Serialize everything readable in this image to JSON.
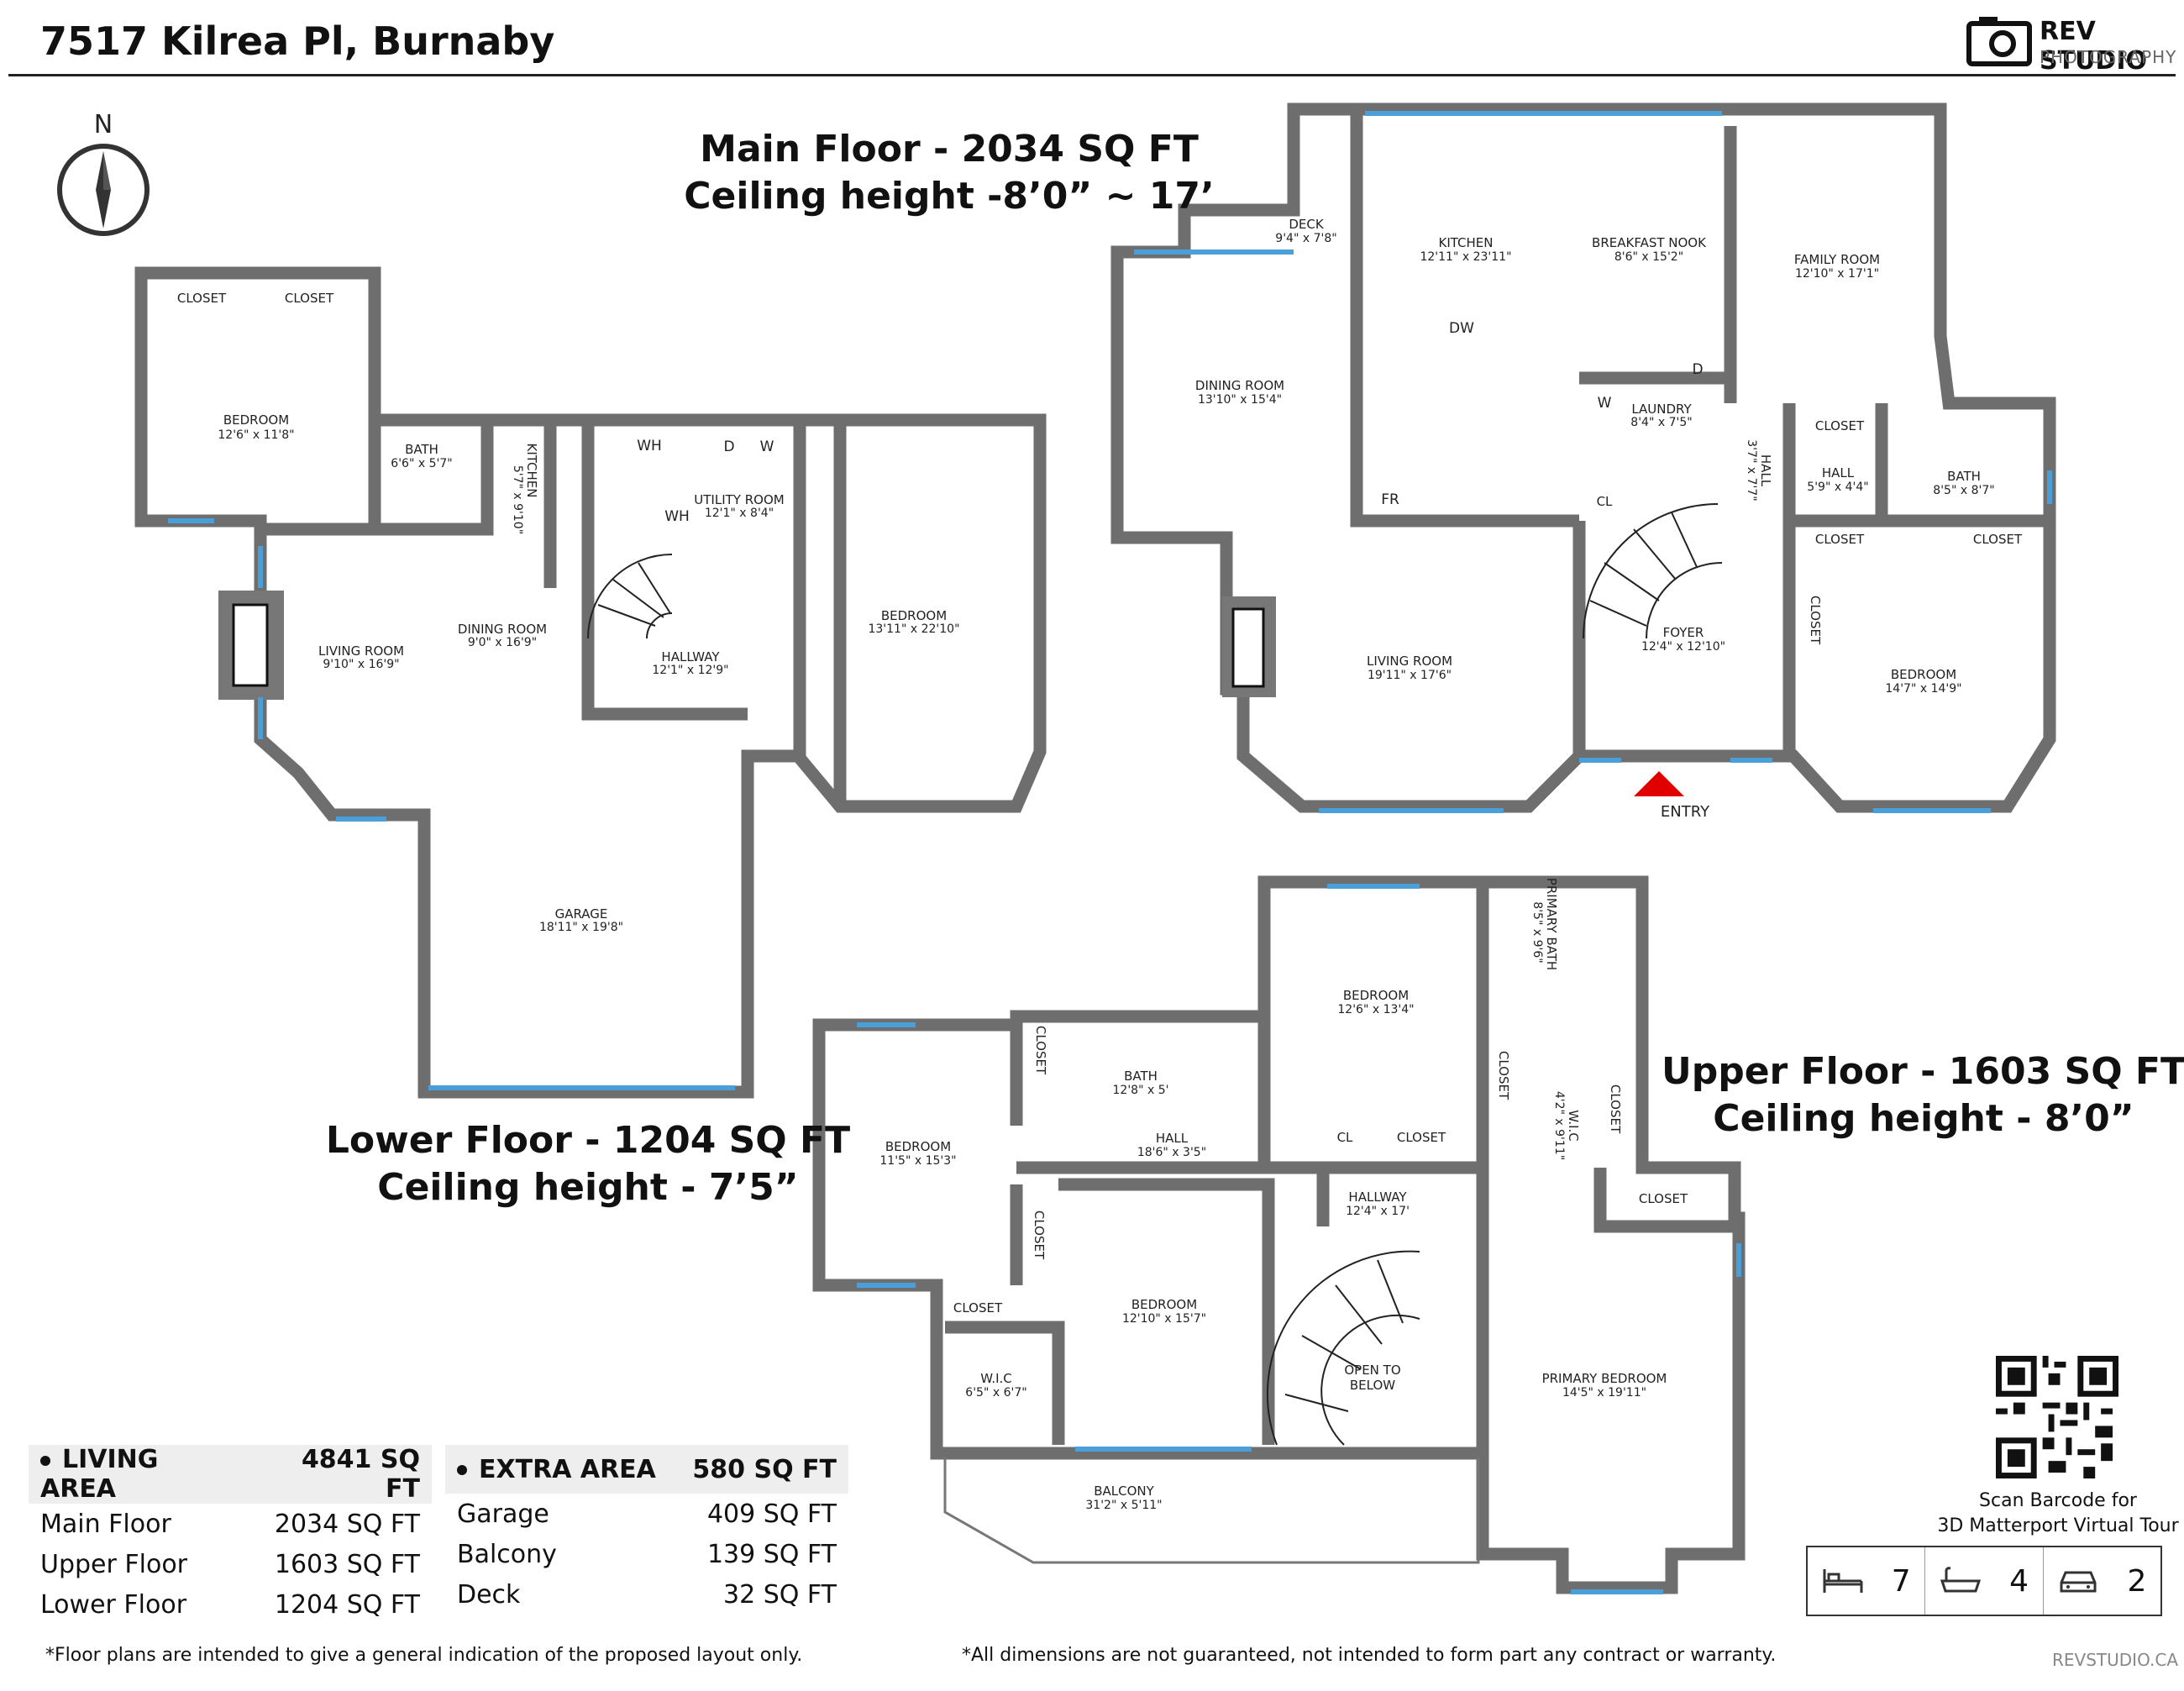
{
  "header": {
    "title": "7517 Kilrea Pl, Burnaby",
    "logo_name": "REV STUDIO",
    "logo_sub": "PHOTOGRAPHY"
  },
  "compass": {
    "letter": "N"
  },
  "floors": {
    "main": {
      "line1": "Main Floor - 2034 SQ FT",
      "line2": "Ceiling height -8’0” ~ 17’"
    },
    "lower": {
      "line1": "Lower Floor - 1204 SQ FT",
      "line2": "Ceiling height - 7’5”"
    },
    "upper": {
      "line1": "Upper Floor - 1603 SQ FT",
      "line2": "Ceiling height - 8’0”"
    }
  },
  "rooms": {
    "lower": [
      {
        "name": "CLOSET",
        "dim": ""
      },
      {
        "name": "CLOSET",
        "dim": ""
      },
      {
        "name": "BEDROOM",
        "dim": "12'6\" x 11'8\""
      },
      {
        "name": "BATH",
        "dim": "6'6\" x 5'7\""
      },
      {
        "name": "KITCHEN",
        "dim": "5'7\" x 9'10\""
      },
      {
        "name": "UTILITY ROOM",
        "dim": "12'1\" x 8'4\""
      },
      {
        "name": "LIVING ROOM",
        "dim": "9'10\" x 16'9\""
      },
      {
        "name": "DINING ROOM",
        "dim": "9'0\" x 16'9\""
      },
      {
        "name": "HALLWAY",
        "dim": "12'1\" x 12'9\""
      },
      {
        "name": "BEDROOM",
        "dim": "13'11\" x 22'10\""
      },
      {
        "name": "GARAGE",
        "dim": "18'11\" x 19'8\""
      }
    ],
    "main": [
      {
        "name": "DECK",
        "dim": "9'4\" x 7'8\""
      },
      {
        "name": "KITCHEN",
        "dim": "12'11\" x 23'11\""
      },
      {
        "name": "BREAKFAST NOOK",
        "dim": "8'6\" x 15'2\""
      },
      {
        "name": "FAMILY ROOM",
        "dim": "12'10\" x 17'1\""
      },
      {
        "name": "DINING ROOM",
        "dim": "13'10\" x 15'4\""
      },
      {
        "name": "LAUNDRY",
        "dim": "8'4\" x 7'5\""
      },
      {
        "name": "HALL",
        "dim": "3'7\" x 7'7\""
      },
      {
        "name": "HALL",
        "dim": "5'9\" x 4'4\""
      },
      {
        "name": "BATH",
        "dim": "8'5\" x 8'7\""
      },
      {
        "name": "CLOSET",
        "dim": ""
      },
      {
        "name": "CLOSET",
        "dim": ""
      },
      {
        "name": "CLOSET",
        "dim": ""
      },
      {
        "name": "CLOSET",
        "dim": ""
      },
      {
        "name": "CL",
        "dim": ""
      },
      {
        "name": "LIVING ROOM",
        "dim": "19'11\" x 17'6\""
      },
      {
        "name": "FOYER",
        "dim": "12'4\" x 12'10\""
      },
      {
        "name": "BEDROOM",
        "dim": "14'7\" x 14'9\""
      },
      {
        "name": "ENTRY",
        "dim": ""
      }
    ],
    "upper": [
      {
        "name": "BEDROOM",
        "dim": "12'6\" x 13'4\""
      },
      {
        "name": "PRIMARY BATH",
        "dim": "8'5\" x 9'6\""
      },
      {
        "name": "CLOSET",
        "dim": ""
      },
      {
        "name": "BATH",
        "dim": "12'8\" x 5'"
      },
      {
        "name": "BEDROOM",
        "dim": "11'5\" x 15'3\""
      },
      {
        "name": "HALL",
        "dim": "18'6\" x 3'5\""
      },
      {
        "name": "CL",
        "dim": ""
      },
      {
        "name": "CLOSET",
        "dim": ""
      },
      {
        "name": "CLOSET",
        "dim": ""
      },
      {
        "name": "W.I.C",
        "dim": "4'2\" x 9'11\""
      },
      {
        "name": "CLOSET",
        "dim": ""
      },
      {
        "name": "CLOSET",
        "dim": ""
      },
      {
        "name": "HALLWAY",
        "dim": "12'4\" x 17'"
      },
      {
        "name": "CLOSET",
        "dim": ""
      },
      {
        "name": "CLOSET",
        "dim": ""
      },
      {
        "name": "BEDROOM",
        "dim": "12'10\" x 15'7\""
      },
      {
        "name": "W.I.C",
        "dim": "6'5\" x 6'7\""
      },
      {
        "name": "OPEN TO",
        "dim": "BELOW"
      },
      {
        "name": "PRIMARY BEDROOM",
        "dim": "14'5\" x 19'11\""
      },
      {
        "name": "BALCONY",
        "dim": "31'2\" x 5'11\""
      }
    ]
  },
  "fixtures": {
    "wh": "WH",
    "d": "D",
    "w": "W",
    "dw": "DW",
    "fr": "FR"
  },
  "living_area": {
    "heading": "LIVING AREA",
    "total": "4841 SQ FT",
    "rows": [
      {
        "label": "Main Floor",
        "value": "2034 SQ FT"
      },
      {
        "label": "Upper Floor",
        "value": "1603 SQ FT"
      },
      {
        "label": "Lower Floor",
        "value": "1204 SQ FT"
      }
    ]
  },
  "extra_area": {
    "heading": "EXTRA AREA",
    "total": "580 SQ FT",
    "rows": [
      {
        "label": "Garage",
        "value": "409 SQ FT"
      },
      {
        "label": "Balcony",
        "value": "139 SQ FT"
      },
      {
        "label": "Deck",
        "value": "32 SQ FT"
      }
    ]
  },
  "qr": {
    "caption1": "Scan Barcode for",
    "caption2": "3D Matterport Virtual Tour"
  },
  "stats": {
    "bedrooms": "7",
    "bedrooms_icon": "bed-icon",
    "bathrooms": "4",
    "bathrooms_icon": "bathtub-icon",
    "parking": "2",
    "parking_icon": "car-icon"
  },
  "footer": {
    "note_left": "*Floor plans are intended to give a general indication of the proposed layout only.",
    "note_right": "*All dimensions are not guaranteed, not intended to form part any contract or warranty.",
    "site": "REVSTUDIO.CA"
  },
  "colors": {
    "wall": "#6e6e6e",
    "window": "#4a9fd8",
    "door": "#2e9e3e",
    "entry_arrow": "#e00000"
  }
}
